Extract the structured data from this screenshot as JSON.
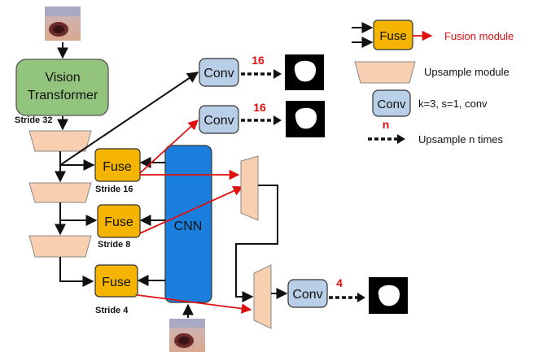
{
  "diagram": {
    "vit": {
      "line1": "Vision",
      "line2": "Transformer"
    },
    "cnn": "CNN",
    "fuse": "Fuse",
    "conv": "Conv",
    "strides": {
      "s32": "Stride 32",
      "s16": "Stride 16",
      "s8": "Stride 8",
      "s4": "Stride 4"
    },
    "upsample_factors": {
      "top": "16",
      "middle": "16",
      "bottom": "4"
    }
  },
  "legend": {
    "fuse_label": "Fuse",
    "fuse_desc": "Fusion module",
    "upsample_desc": "Upsample module",
    "conv_label": "Conv",
    "conv_desc": "k=3, s=1, conv",
    "n_label": "n",
    "upsample_times_desc": "Upsample n times"
  },
  "colors": {
    "vit_fill": "#93c47d",
    "fuse_fill": "#f4b400",
    "cnn_fill": "#1a7fdc",
    "conv_fill": "#b9cfe8",
    "upsample_fill": "#f8cfb0",
    "accent_red": "#e01010"
  },
  "icons": {
    "input_image": "wound-photo-icon",
    "mask_output": "segmentation-mask-icon"
  }
}
